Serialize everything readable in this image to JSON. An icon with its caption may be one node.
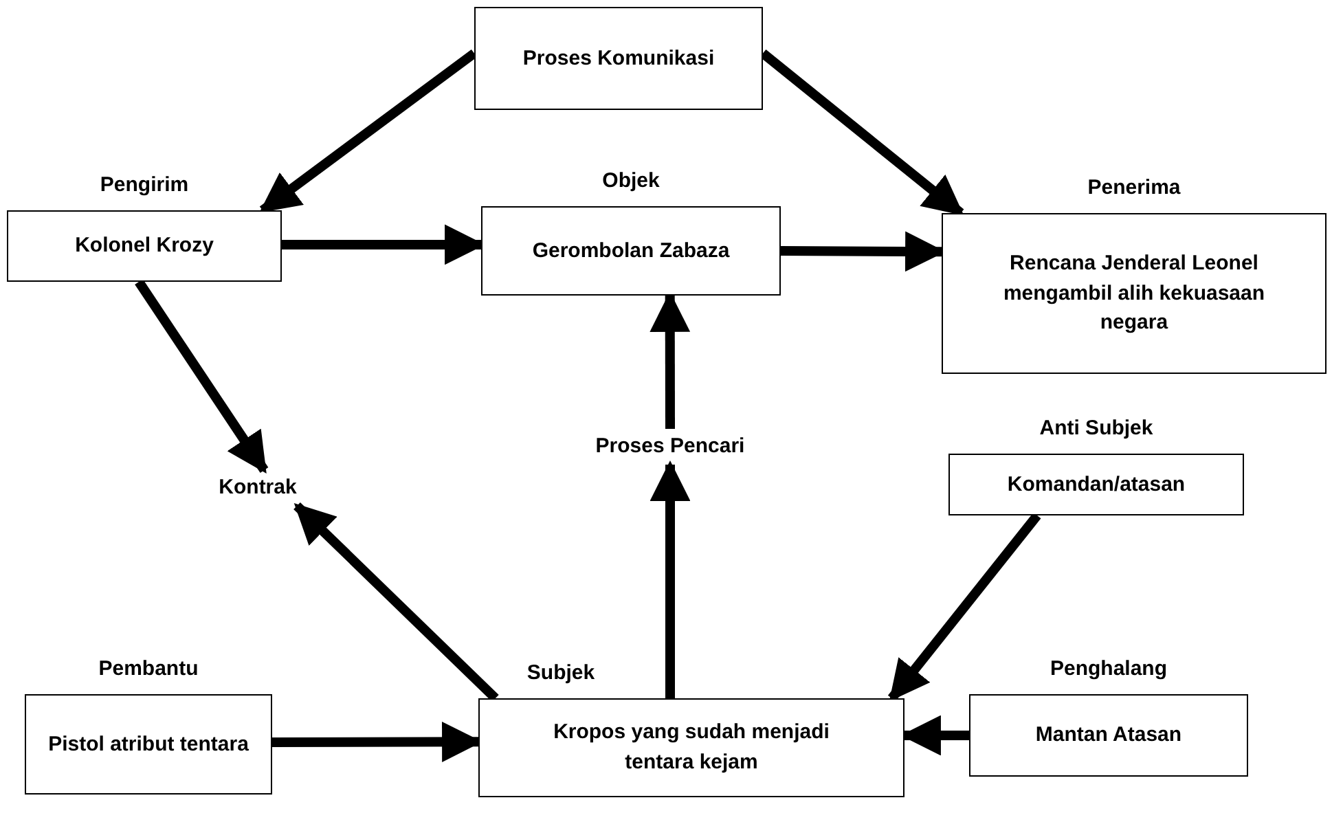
{
  "diagram": {
    "nodes": [
      {
        "text": [
          "Proses Komunikasi"
        ]
      },
      {
        "text": [
          "Pengirim",
          "Kolonel Krozy"
        ]
      },
      {
        "text": [
          "Objek",
          "Gerombolan Zabaza"
        ]
      },
      {
        "text": [
          "Penerima",
          "Rencana Jenderal Leonel mengambil alih kekuasaan negara"
        ]
      },
      {
        "text": [
          "Kontrak"
        ]
      },
      {
        "text": [
          "Proses Pencari"
        ]
      },
      {
        "text": [
          "Anti Subjek",
          "Komandan/atasan"
        ]
      },
      {
        "text": [
          "Pembantu",
          "Pistol atribut tentara"
        ]
      },
      {
        "text": [
          "Subjek",
          "Kropos yang sudah menjadi tentara kejam"
        ]
      },
      {
        "text": [
          "Penghalang",
          "Mantan Atasan"
        ]
      }
    ],
    "edges": [
      {
        "from": 0,
        "to": 1,
        "arrow": "to"
      },
      {
        "from": 0,
        "to": 3,
        "arrow": "to"
      },
      {
        "from": 1,
        "to": 2,
        "arrow": "to"
      },
      {
        "from": 2,
        "to": 3,
        "arrow": "to"
      },
      {
        "from": 1,
        "to": 4,
        "arrow": "to"
      },
      {
        "from": 8,
        "to": 4,
        "arrow": "to"
      },
      {
        "from": 8,
        "to": 5,
        "arrow": "to"
      },
      {
        "from": 5,
        "to": 2,
        "arrow": "to"
      },
      {
        "from": 6,
        "to": 8,
        "arrow": "to"
      },
      {
        "from": 7,
        "to": 8,
        "arrow": "to"
      },
      {
        "from": 9,
        "to": 8,
        "arrow": "to"
      }
    ]
  }
}
